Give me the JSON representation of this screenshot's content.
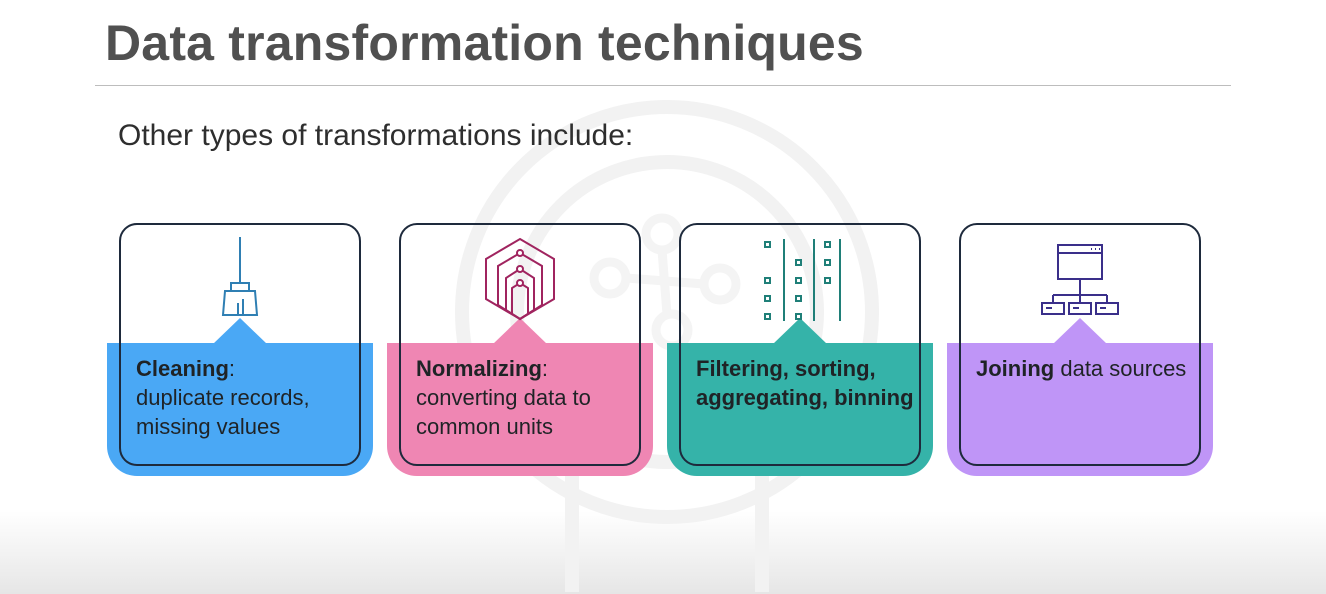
{
  "slide": {
    "title": "Data transformation techniques",
    "subtitle": "Other types of transformations include:"
  },
  "cards": [
    {
      "title": "Cleaning",
      "title_suffix": ":",
      "body": "duplicate records, missing values",
      "color": "#4aa8f5",
      "icon": "broom-icon"
    },
    {
      "title": "Normalizing",
      "title_suffix": ":",
      "body": "converting data to common units",
      "color": "#ef86b3",
      "icon": "nested-hexagon-icon"
    },
    {
      "title": "Filtering, sorting, aggregating, binning",
      "title_suffix": "",
      "body": "",
      "color": "#35b3a9",
      "icon": "columns-filter-icon"
    },
    {
      "title": "Joining",
      "title_suffix": "",
      "body": "data sources",
      "color": "#bf95f7",
      "icon": "hierarchy-tree-icon"
    }
  ]
}
